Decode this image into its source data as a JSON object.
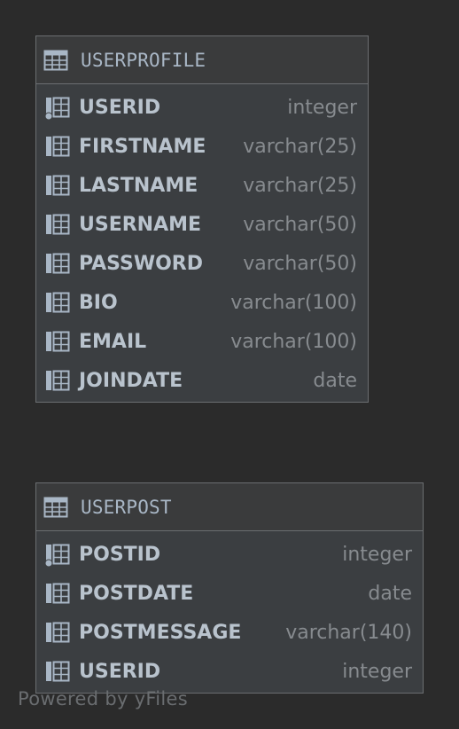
{
  "tables": [
    {
      "title": "USERPROFILE",
      "columns": [
        {
          "name": "USERID",
          "type": "integer",
          "primary_key": true
        },
        {
          "name": "FIRSTNAME",
          "type": "varchar(25)",
          "primary_key": false
        },
        {
          "name": "LASTNAME",
          "type": "varchar(25)",
          "primary_key": false
        },
        {
          "name": "USERNAME",
          "type": "varchar(50)",
          "primary_key": false
        },
        {
          "name": "PASSWORD",
          "type": "varchar(50)",
          "primary_key": false
        },
        {
          "name": "BIO",
          "type": "varchar(100)",
          "primary_key": false
        },
        {
          "name": "EMAIL",
          "type": "varchar(100)",
          "primary_key": false
        },
        {
          "name": "JOINDATE",
          "type": "date",
          "primary_key": false
        }
      ]
    },
    {
      "title": "USERPOST",
      "columns": [
        {
          "name": "POSTID",
          "type": "integer",
          "primary_key": true
        },
        {
          "name": "POSTDATE",
          "type": "date",
          "primary_key": false
        },
        {
          "name": "POSTMESSAGE",
          "type": "varchar(140)",
          "primary_key": false
        },
        {
          "name": "USERID",
          "type": "integer",
          "primary_key": false
        }
      ]
    }
  ],
  "watermark": "Powered by yFiles",
  "icons": {
    "table_header": "table-icon",
    "column": "column-icon",
    "primary_key_column": "primary-key-column-icon"
  },
  "colors": {
    "background": "#2b2b2b",
    "table_fill": "#3b3e41",
    "border": "#6b6e71",
    "column_name": "#b9c3cd",
    "column_type": "#878b8f",
    "title": "#a9b7c6"
  }
}
